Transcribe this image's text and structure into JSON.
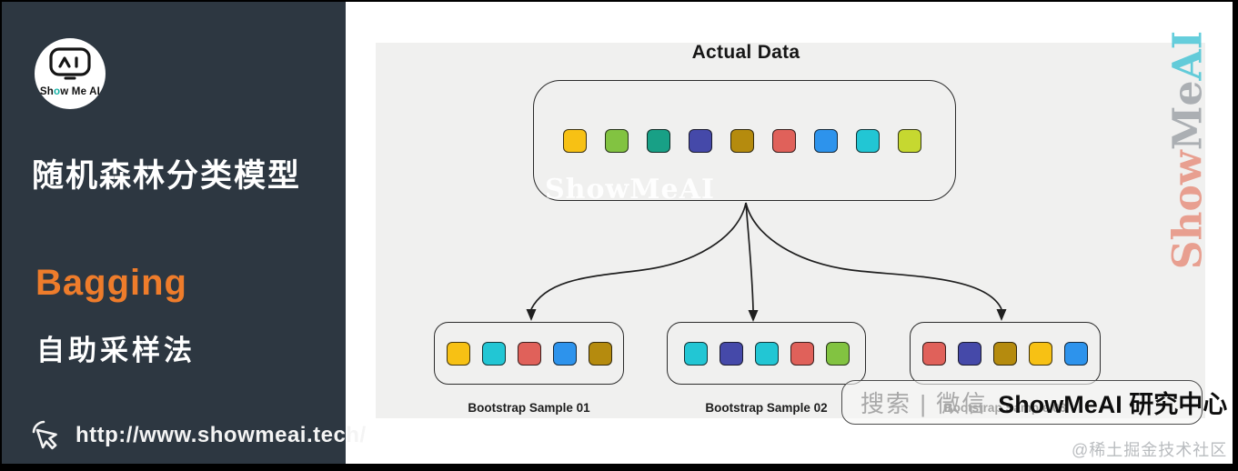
{
  "sidebar": {
    "logo": {
      "part1": "Sh",
      "part2": "o",
      "part3": "w Me AI"
    },
    "title": "随机森林分类模型",
    "bagging": "Bagging",
    "method": "自助采样法",
    "url": "http://www.showmeai.tech/"
  },
  "diagram": {
    "title": "Actual Data",
    "inner_watermark": "ShowMeAI",
    "actual": {
      "colors": [
        "yellow",
        "green",
        "teal",
        "indigo",
        "olive",
        "salmon",
        "blue",
        "cyan",
        "lime"
      ]
    },
    "samples": [
      {
        "label": "Bootstrap Sample 01",
        "colors": [
          "yellow",
          "cyan",
          "salmon",
          "blue",
          "olive"
        ]
      },
      {
        "label": "Bootstrap Sample 02",
        "colors": [
          "cyan",
          "indigo",
          "cyan",
          "salmon",
          "green"
        ]
      },
      {
        "label": "Bootstrap Sample 03",
        "colors": [
          "salmon",
          "indigo",
          "olive",
          "yellow",
          "blue"
        ]
      }
    ]
  },
  "watermarks": {
    "search": {
      "hint": "搜索 | 微信",
      "brand": "ShowMeAI 研究中心"
    },
    "attribution": "@稀土掘金技术社区",
    "vertical": {
      "parts": [
        {
          "text": "Show",
          "color": "#e78b79"
        },
        {
          "text": "Me",
          "color": "#9ba0a5"
        },
        {
          "text": "AI",
          "color": "#3fc3d4"
        }
      ]
    }
  },
  "palette": {
    "yellow": "#f7c114",
    "green": "#82c341",
    "teal": "#18a086",
    "indigo": "#4549a9",
    "olive": "#b58b0e",
    "salmon": "#e0615a",
    "blue": "#2d93ec",
    "cyan": "#22c6d4",
    "lime": "#c6d830"
  },
  "accents": {
    "bagging_orange": "#ee7c2b",
    "sidebar_bg": "#2d3741",
    "panel_bg": "#f0f0ef"
  }
}
